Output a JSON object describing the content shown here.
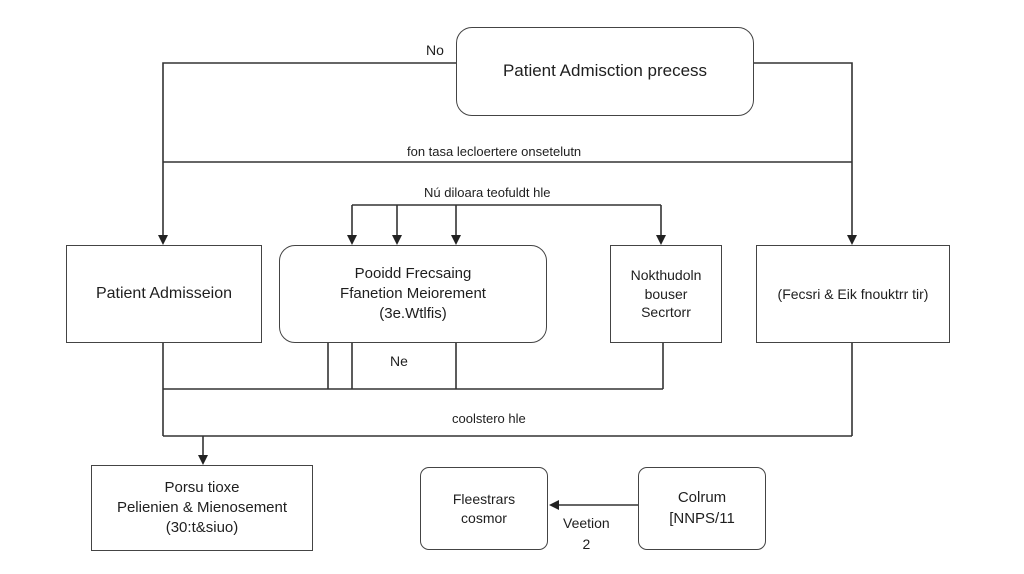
{
  "diagram": {
    "title_box": "Patient Admisction precess",
    "no_label_top": "No",
    "line_label_1": "fon tasa lecloertere onsetelutn",
    "line_label_2": "Nú diloara teofuldt hle",
    "box_admission": "Patient Admisseion",
    "box_center": {
      "line1": "Pooidd Frecsaing",
      "line2": "Ffanetion Meiorement",
      "line3": "(3e.Wtlfis)"
    },
    "no_label_center": "Ne",
    "box_notation": {
      "line1": "Nokthudoln",
      "line2": "bouser",
      "line3": "Secrtorr"
    },
    "box_right": "(Fecsri & Eik fnouktrr tir)",
    "line_label_3": "coolstero hle",
    "box_bottom_left": {
      "line1": "Porsu tioxe",
      "line2": "Pelienien & Mienosement",
      "line3": "(30:t&siuo)"
    },
    "box_bottom_mid": {
      "line1": "Fleestrars",
      "line2": "cosmor"
    },
    "version_label": {
      "line1": "Veetion",
      "line2": "2"
    },
    "box_bottom_right": {
      "line1": "Colrum",
      "line2": "[NNPS/11"
    }
  }
}
